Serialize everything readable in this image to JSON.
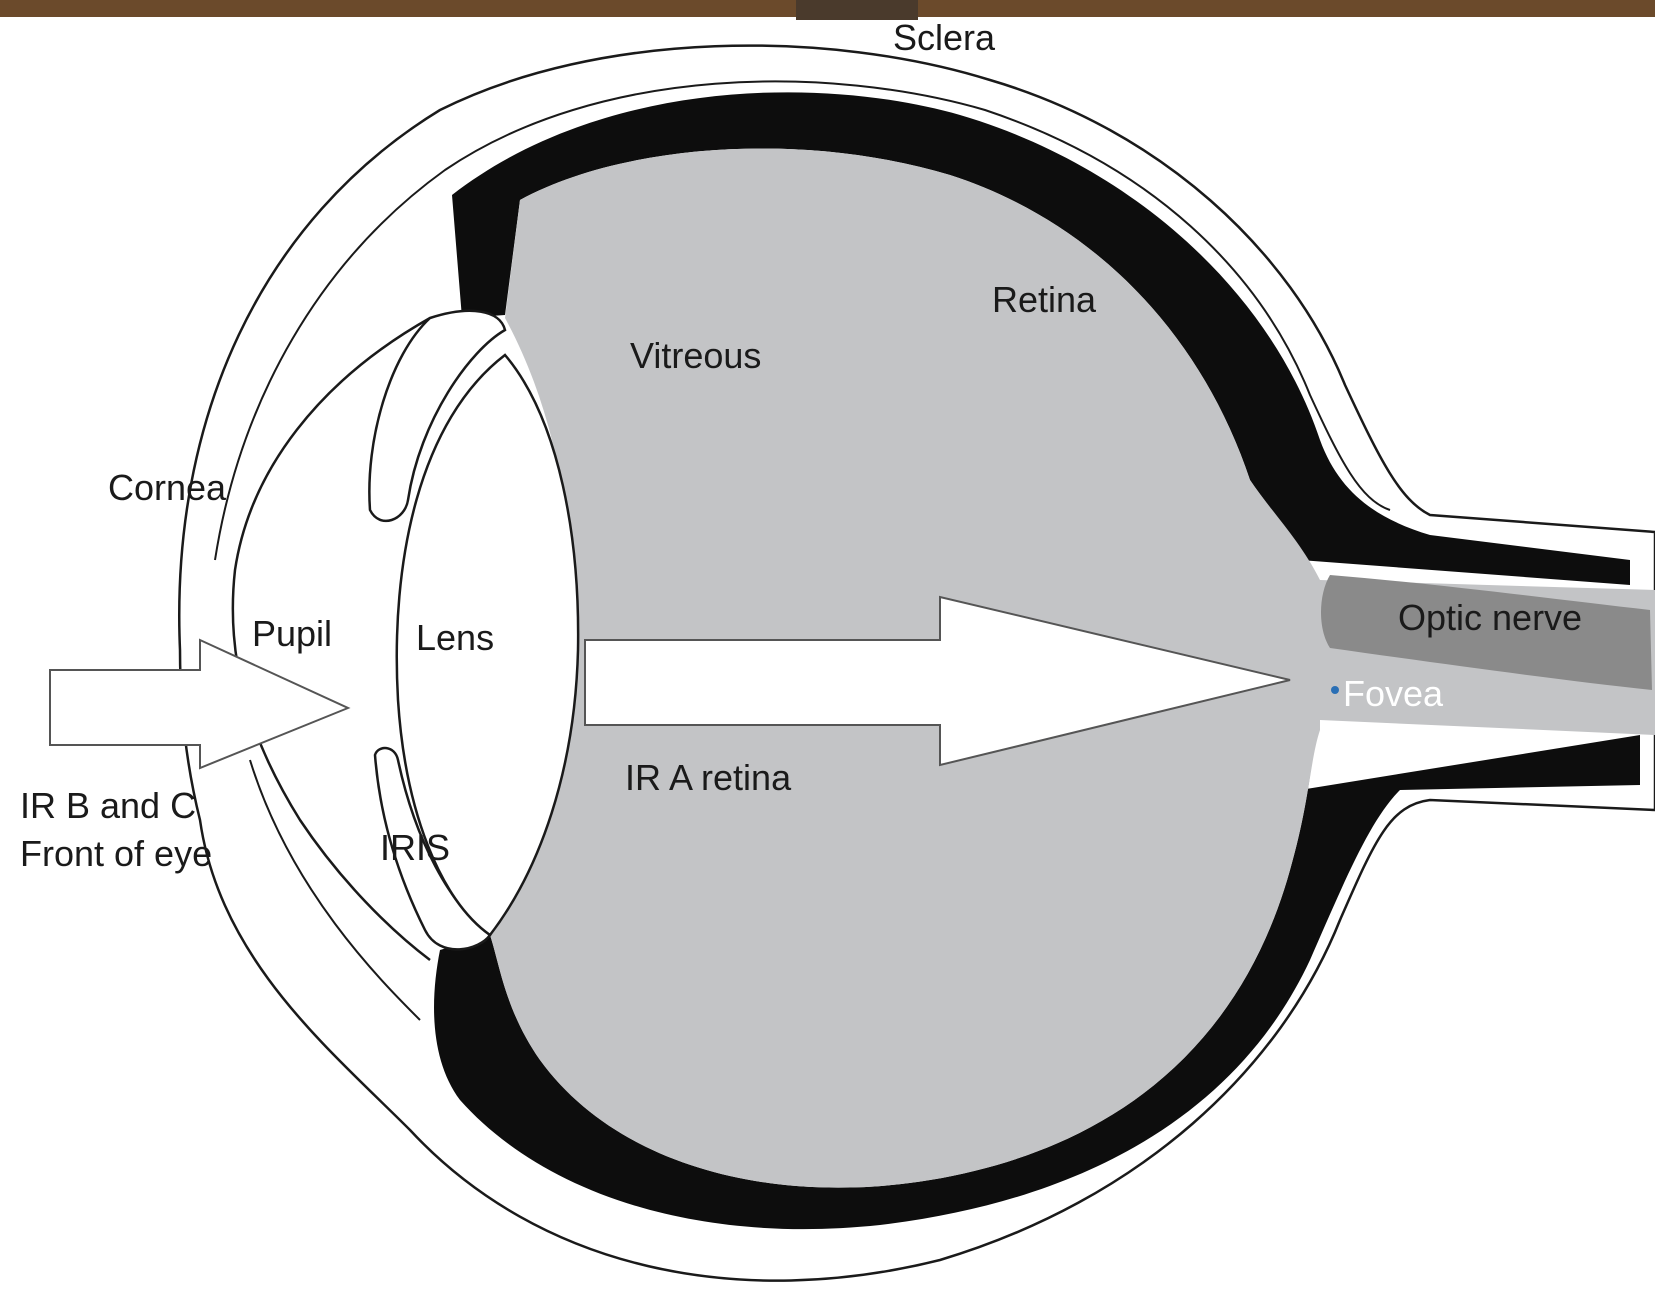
{
  "diagram": {
    "labels": {
      "sclera": "Sclera",
      "retina": "Retina",
      "vitreous": "Vitreous",
      "cornea": "Cornea",
      "pupil": "Pupil",
      "lens": "Lens",
      "optic_nerve": "Optic nerve",
      "fovea": "Fovea",
      "ir_a_retina": "IR A retina",
      "ir_b_c_line1": "IR B and C",
      "ir_b_c_line2": "Front of eye",
      "iris": "IRIS"
    },
    "colors": {
      "vitreous_fill": "#c3c4c6",
      "retina_band": "#0d0d0d",
      "optic_nerve_core": "#8a8a8a",
      "outline": "#1a1a1a",
      "frame_wood": "#6b4a2b"
    }
  }
}
